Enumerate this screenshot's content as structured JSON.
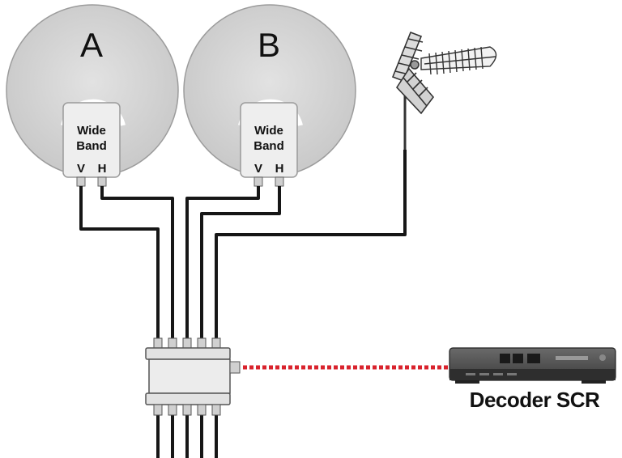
{
  "dishes": [
    {
      "letter": "A",
      "lnb_line1": "Wide",
      "lnb_line2": "Band",
      "port_v": "V",
      "port_h": "H"
    },
    {
      "letter": "B",
      "lnb_line1": "Wide",
      "lnb_line2": "Band",
      "port_v": "V",
      "port_h": "H"
    }
  ],
  "decoder": {
    "label": "Decoder SCR"
  },
  "colors": {
    "dish_fill": "#d4d4d4",
    "cable": "#161616",
    "decoder_link": "#d9232d",
    "multiswitch_body": "#e6e6e6"
  }
}
